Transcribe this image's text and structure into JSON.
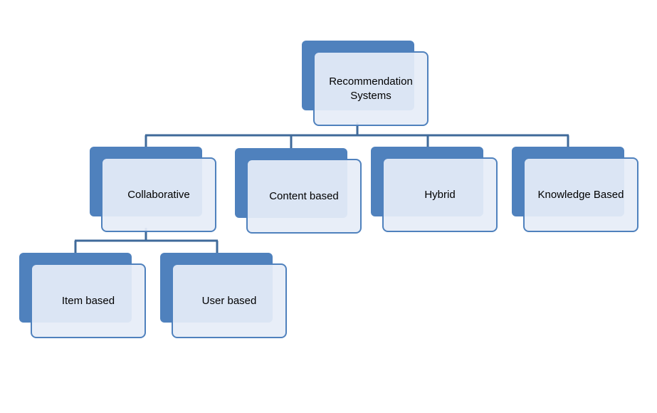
{
  "colors": {
    "accent": "#4f81bd",
    "box_fill": "#e6edf7",
    "connector": "#3f6a9a"
  },
  "nodes": {
    "root": {
      "label": "Recommendation Systems"
    },
    "collaborative": {
      "label": "Collaborative"
    },
    "content_based": {
      "label": "Content based"
    },
    "hybrid": {
      "label": "Hybrid"
    },
    "knowledge_based": {
      "label": "Knowledge Based"
    },
    "item_based": {
      "label": "Item based"
    },
    "user_based": {
      "label": "User based"
    }
  }
}
